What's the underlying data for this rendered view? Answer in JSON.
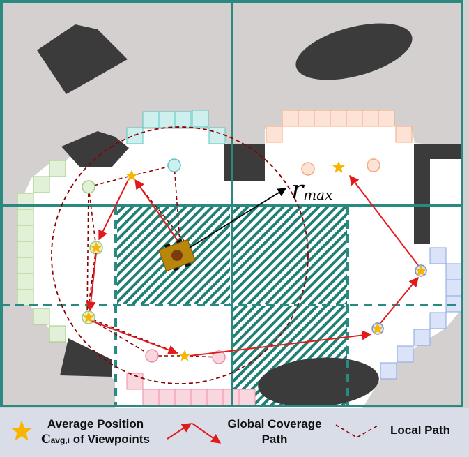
{
  "colors": {
    "grid": "#2a8a82",
    "unknown_area": "#d5d0d0",
    "free_area": "#ffffff",
    "obstacle": "#3b3b3b",
    "hatch": "#1f7f74",
    "global_path": "#e31a1c",
    "local_path": "#8b0000",
    "star": "#f7b500",
    "arrow": "#000000",
    "robot_body": "#b8860b",
    "robot_center": "#7a3b10",
    "frontier_cyan": "#cdf0ef",
    "frontier_orange": "#fde3d6",
    "frontier_green": "#e2f0d8",
    "frontier_blue": "#dae3f8",
    "frontier_pink": "#fad6df",
    "legend_bg": "#d9dde8"
  },
  "labels": {
    "r_max": "r",
    "r_max_sub": "max"
  },
  "legend": {
    "avg_position_line1": "Average Position",
    "avg_position_c": "C",
    "avg_position_sub": "avg,i",
    "avg_position_line2": " of Viewpoints",
    "global_path_line1": "Global Coverage",
    "global_path_line2": "Path",
    "local_path": "Local Path"
  }
}
